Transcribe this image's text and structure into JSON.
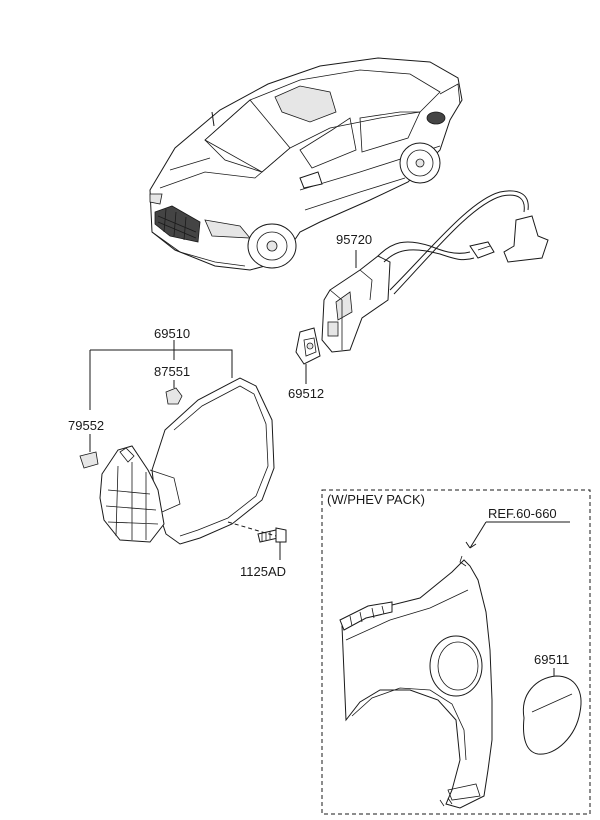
{
  "callouts": {
    "p95720": "95720",
    "p69510": "69510",
    "p87551": "87551",
    "p79552": "79552",
    "p69512": "69512",
    "p1125AD": "1125AD",
    "p69511": "69511"
  },
  "inset": {
    "title": "(W/PHEV PACK)",
    "ref": "REF.60-660"
  }
}
